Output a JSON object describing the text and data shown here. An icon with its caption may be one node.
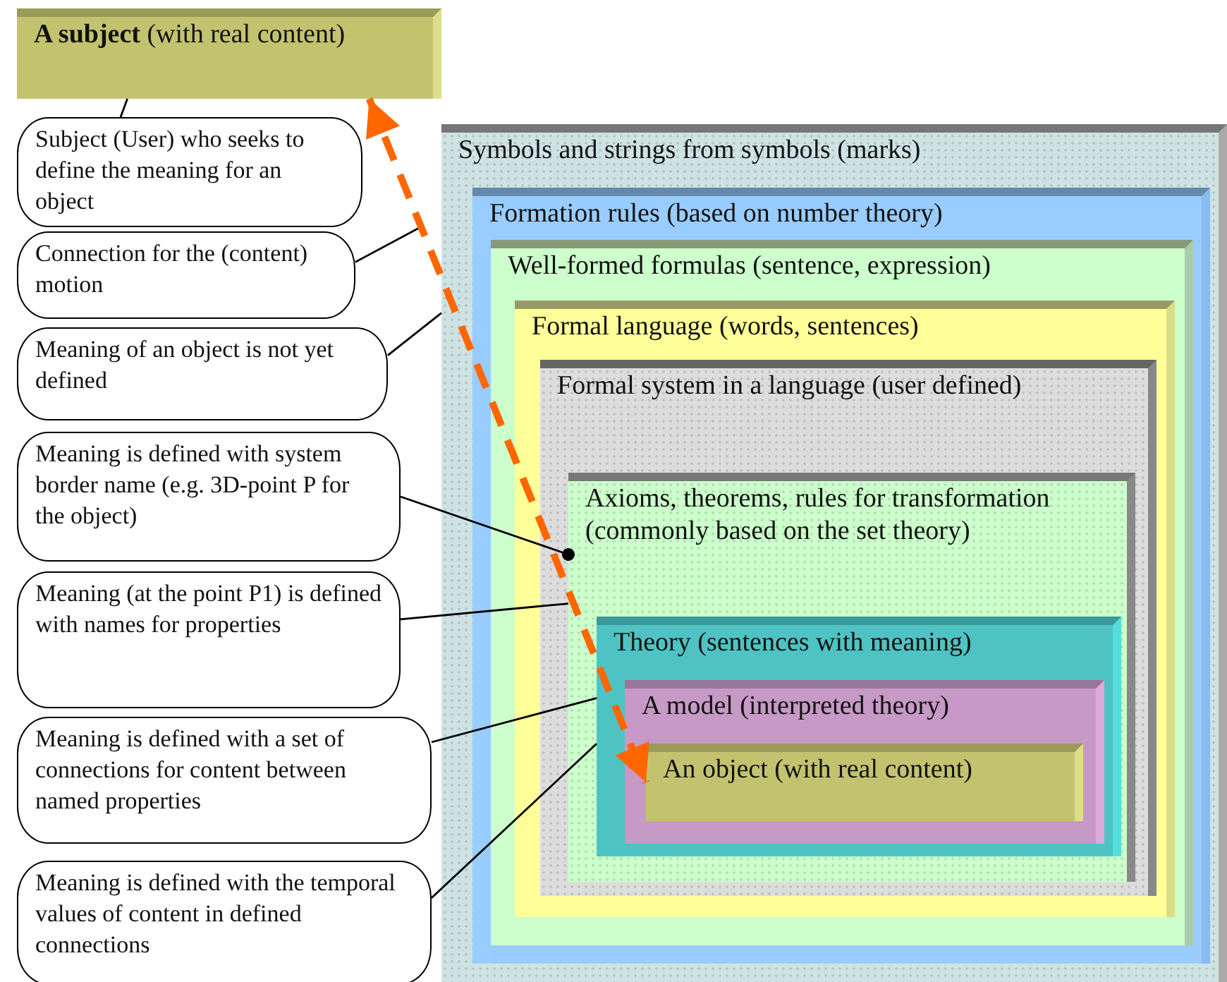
{
  "diagram": {
    "nodes": [
      {
        "text": [
          "**A subject** (with real content)"
        ]
      },
      {
        "text": [
          "Symbols and strings from symbols (marks)"
        ]
      },
      {
        "text": [
          "Formation rules (based on number theory)"
        ],
        "in": 1
      },
      {
        "text": [
          "Well-formed formulas (sentence, expression)"
        ],
        "in": 2
      },
      {
        "text": [
          "Formal language (words, sentences)"
        ],
        "in": 3
      },
      {
        "text": [
          "Formal system in a language (user defined)"
        ],
        "in": 4
      },
      {
        "text": [
          "Axioms, theorems, rules for transformation (commonly based on the set theory)"
        ],
        "in": 5
      },
      {
        "text": [
          "Theory (sentences with meaning)"
        ],
        "in": 6
      },
      {
        "text": [
          "A model (interpreted theory)"
        ],
        "in": 7
      },
      {
        "text": [
          "An object (with real content)"
        ],
        "in": 8
      },
      {
        "text": [
          "Subject (User) who seeks to define the meaning for an object"
        ]
      },
      {
        "text": [
          "Connection for the (content) motion"
        ]
      },
      {
        "text": [
          "Meaning of an object is not yet defined"
        ]
      },
      {
        "text": [
          "Meaning is defined with system border name (e.g. 3D-point P for the object)"
        ]
      },
      {
        "text": [
          "Meaning (at the point P1) is defined with names for properties"
        ]
      },
      {
        "text": [
          "Meaning is defined with a set of connections for content between named properties"
        ]
      },
      {
        "text": [
          "Meaning is defined with the temporal values of content in defined connections"
        ]
      }
    ],
    "edges": [
      {
        "from": 10,
        "to": 0,
        "arrow": "none"
      },
      {
        "from": 11,
        "to": null,
        "arrow": "none"
      },
      {
        "from": 12,
        "to": 1,
        "arrow": "none"
      },
      {
        "from": 13,
        "to": 6,
        "arrow": "other"
      },
      {
        "from": 14,
        "to": 6,
        "arrow": "none"
      },
      {
        "from": 15,
        "to": 7,
        "arrow": "none"
      },
      {
        "from": 16,
        "to": 7,
        "arrow": "none"
      },
      {
        "from": 0,
        "to": 9,
        "arrow": "both",
        "style": "dashed",
        "color": "#ff6600"
      }
    ]
  }
}
